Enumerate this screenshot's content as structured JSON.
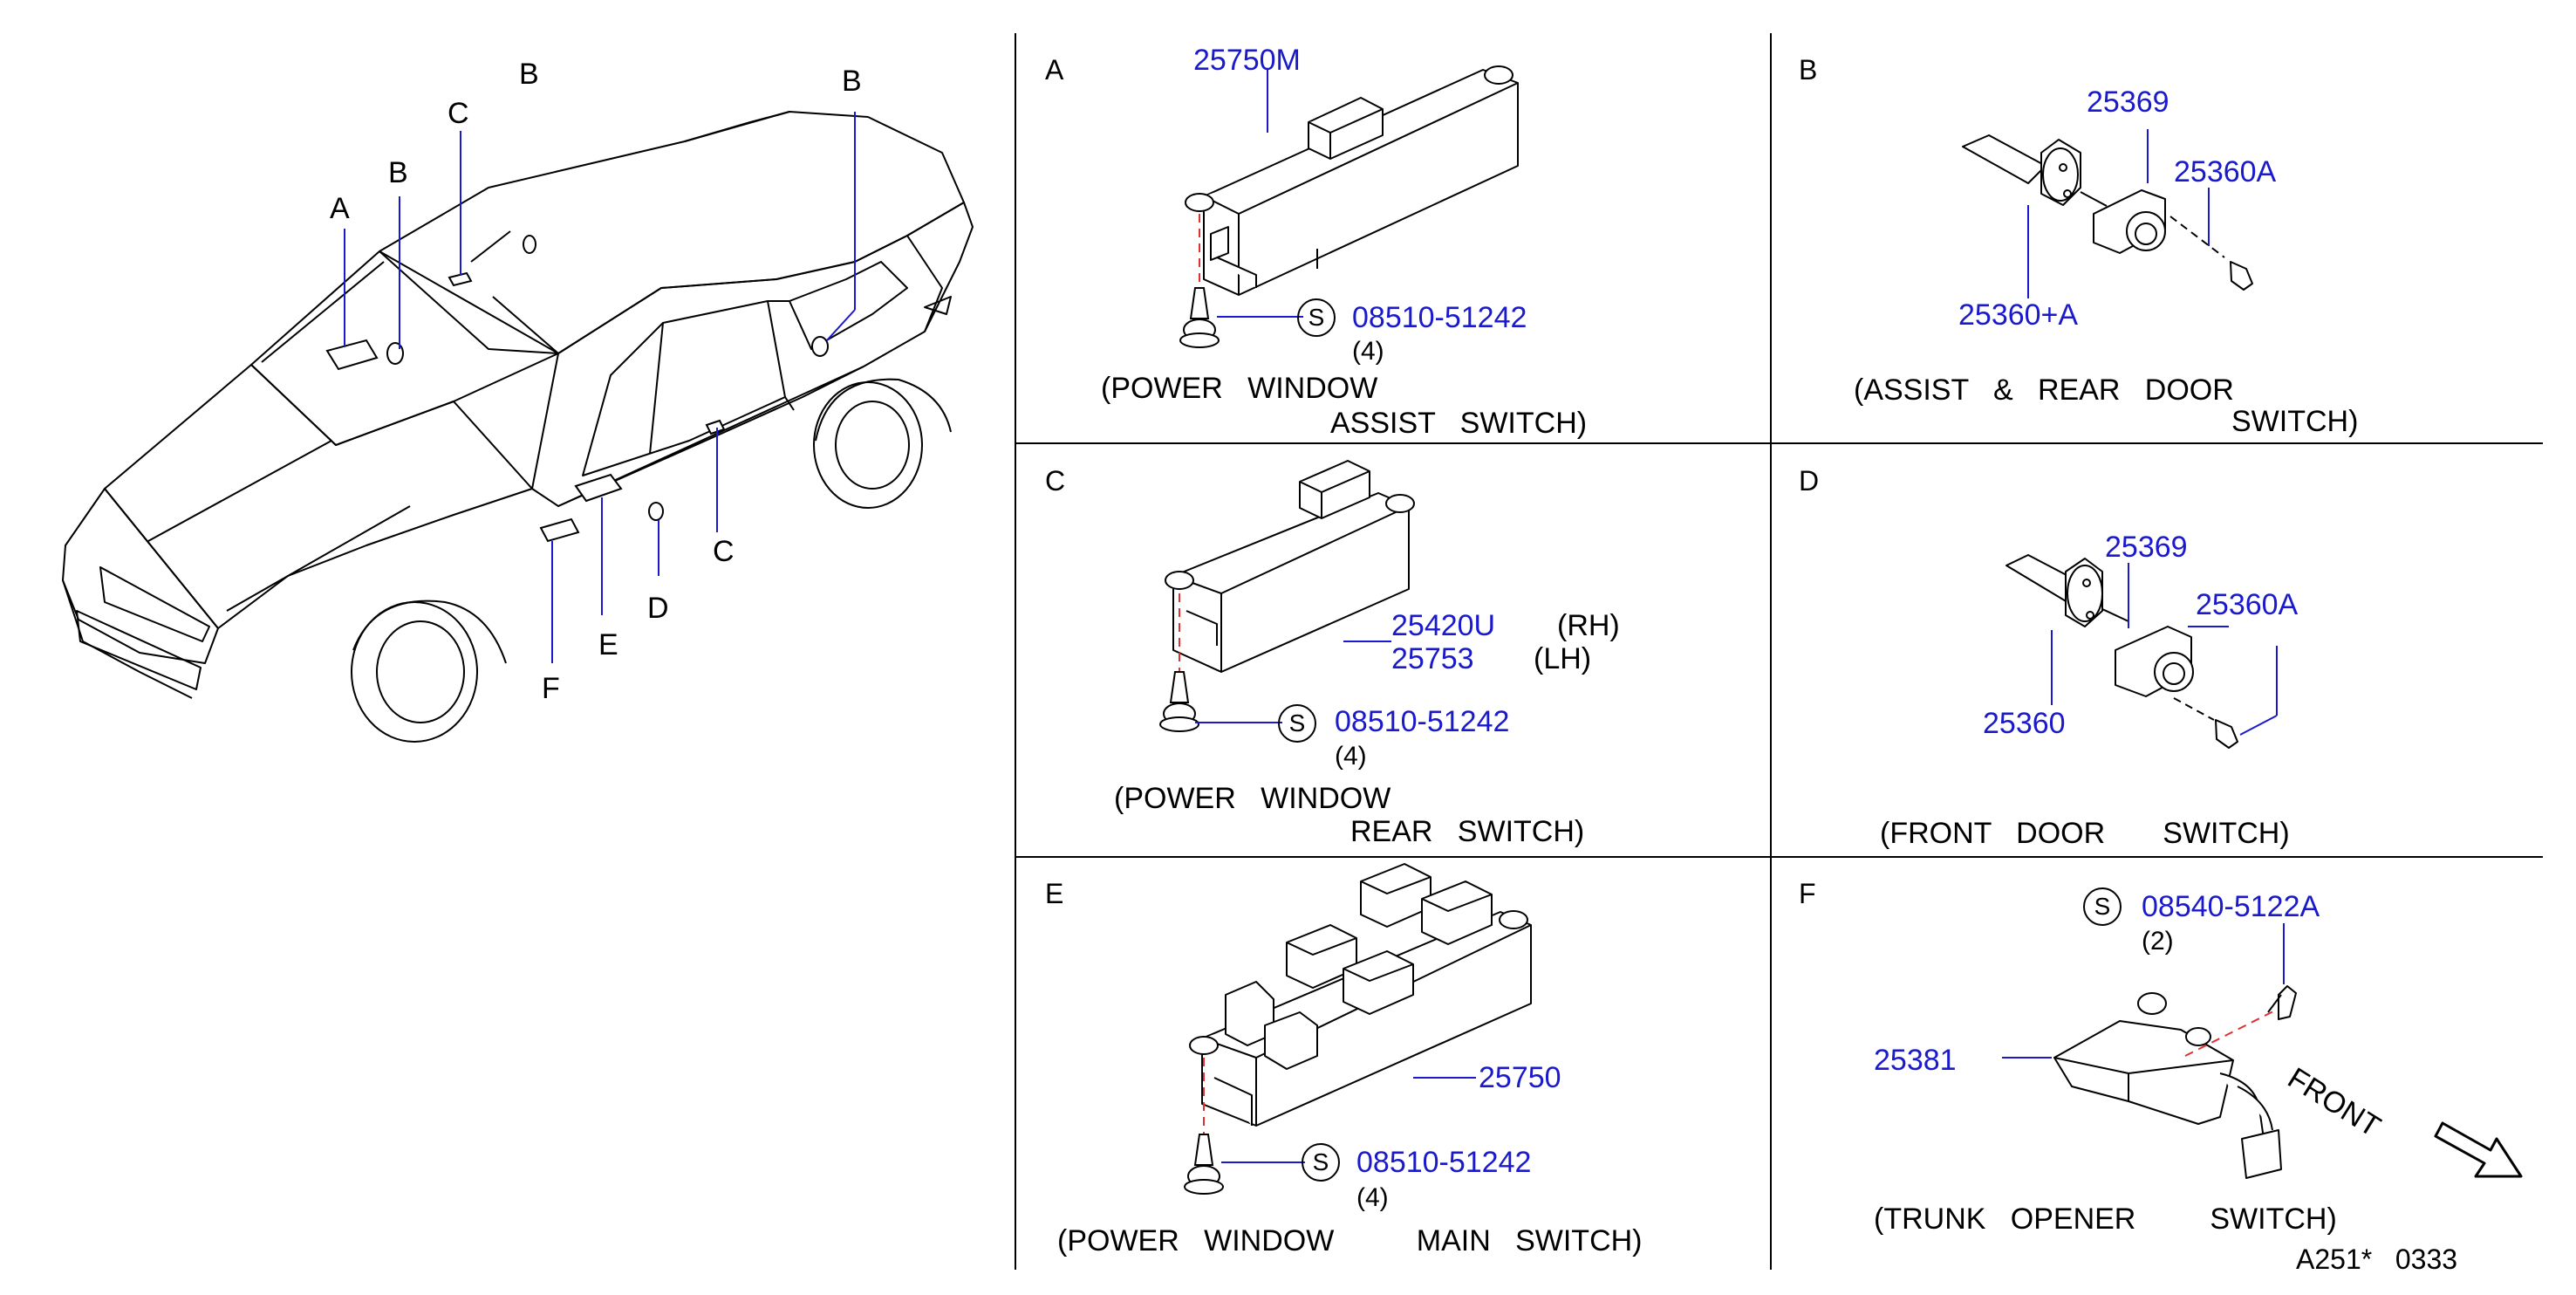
{
  "car_overview": {
    "callouts": [
      "A",
      "B",
      "C",
      "B",
      "B",
      "C",
      "D",
      "E",
      "F"
    ]
  },
  "panels": {
    "A": {
      "letter": "A",
      "part_number": "25750M",
      "screw": {
        "symbol": "S",
        "number": "08510-51242",
        "qty": "(4)"
      },
      "caption_line1": "(POWER   WINDOW",
      "caption_line2": "ASSIST   SWITCH)"
    },
    "B": {
      "letter": "B",
      "parts": [
        "25369",
        "25360A",
        "25360+A"
      ],
      "caption_line1": "(ASSIST   &   REAR   DOOR",
      "caption_line2": "SWITCH)"
    },
    "C": {
      "letter": "C",
      "parts": [
        {
          "number": "25420U",
          "side": "(RH)"
        },
        {
          "number": "25753",
          "side": "(LH)"
        }
      ],
      "screw": {
        "symbol": "S",
        "number": "08510-51242",
        "qty": "(4)"
      },
      "caption_line1": "(POWER   WINDOW",
      "caption_line2": "REAR   SWITCH)"
    },
    "D": {
      "letter": "D",
      "parts": [
        "25369",
        "25360A",
        "25360"
      ],
      "caption": "(FRONT   DOOR       SWITCH)"
    },
    "E": {
      "letter": "E",
      "part_number": "25750",
      "screw": {
        "symbol": "S",
        "number": "08510-51242",
        "qty": "(4)"
      },
      "caption": "(POWER   WINDOW          MAIN   SWITCH)"
    },
    "F": {
      "letter": "F",
      "part_number": "25381",
      "screw": {
        "symbol": "S",
        "number": "08540-5122A",
        "qty": "(2)"
      },
      "front_label": "FRONT",
      "caption": "(TRUNK   OPENER         SWITCH)"
    }
  },
  "footer": {
    "ref": "A251*   0333"
  },
  "colors": {
    "part_number": "#1a1acc",
    "line": "#000000",
    "leader": "#1a1acc",
    "dashed": "#e03030"
  }
}
